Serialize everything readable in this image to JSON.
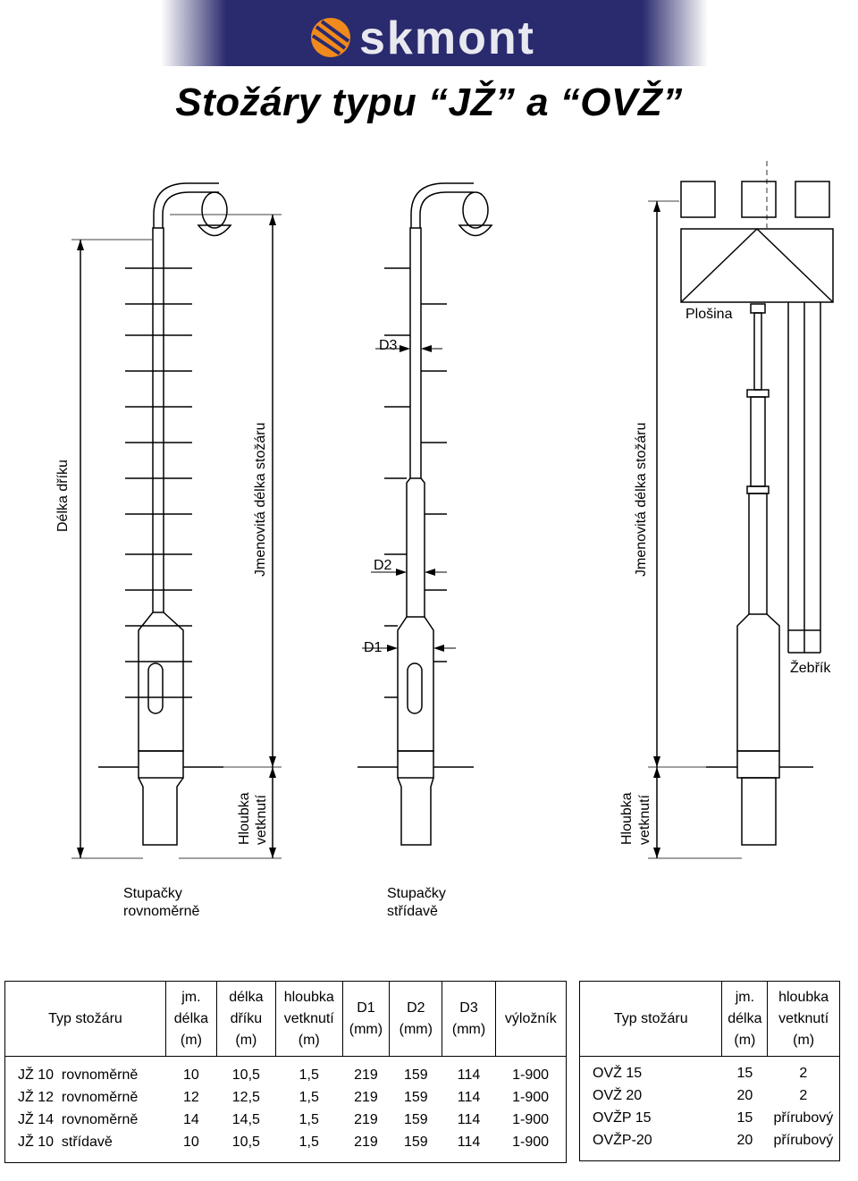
{
  "logo": {
    "text": "skmont"
  },
  "title": "Stožáry typu “JŽ” a “OVŽ”",
  "drawing": {
    "label_delka_driku": "Délka dříku",
    "label_jmenovita_1": "Jmenovitá délka stožáru",
    "label_jmenovita_2": "Jmenovitá délka stožáru",
    "label_hloubka_1a": "Hloubka",
    "label_hloubka_1b": "vetknutí",
    "label_hloubka_2a": "Hloubka",
    "label_hloubka_2b": "vetknutí",
    "label_d1": "D1",
    "label_d2": "D2",
    "label_d3": "D3",
    "label_plosina": "Plošina",
    "label_zebrik": "Žebřík",
    "stupacky_1a": "Stupačky",
    "stupacky_1b": "rovnoměrně",
    "stupacky_2a": "Stupačky",
    "stupacky_2b": "střídavě"
  },
  "table_jz": {
    "headers": [
      [
        "Typ stožáru"
      ],
      [
        "jm.",
        "délka",
        "(m)"
      ],
      [
        "délka",
        "dříku",
        "(m)"
      ],
      [
        "hloubka",
        "vetknutí",
        "(m)"
      ],
      [
        "D1",
        "(mm)"
      ],
      [
        "D2",
        "(mm)"
      ],
      [
        "D3",
        "(mm)"
      ],
      [
        "výložník"
      ]
    ],
    "rows": [
      [
        "JŽ 10  rovnoměrně",
        "10",
        "10,5",
        "1,5",
        "219",
        "159",
        "114",
        "1-900"
      ],
      [
        "JŽ 12  rovnoměrně",
        "12",
        "12,5",
        "1,5",
        "219",
        "159",
        "114",
        "1-900"
      ],
      [
        "JŽ 14  rovnoměrně",
        "14",
        "14,5",
        "1,5",
        "219",
        "159",
        "114",
        "1-900"
      ],
      [
        "JŽ 10  střídavě",
        "10",
        "10,5",
        "1,5",
        "219",
        "159",
        "114",
        "1-900"
      ]
    ]
  },
  "table_ovz": {
    "headers": [
      [
        "Typ stožáru"
      ],
      [
        "jm.",
        "délka",
        "(m)"
      ],
      [
        "hloubka",
        "vetknutí",
        "(m)"
      ]
    ],
    "rows": [
      [
        "OVŽ 15",
        "15",
        "2"
      ],
      [
        "OVŽ 20",
        "20",
        "2"
      ],
      [
        "OVŽP 15",
        "15",
        "přírubový"
      ],
      [
        "OVŽP-20",
        "20",
        "přírubový"
      ]
    ]
  },
  "colors": {
    "logo_band": "#2a2a6e",
    "logo_accent": "#f08a1c",
    "line": "#000000"
  }
}
